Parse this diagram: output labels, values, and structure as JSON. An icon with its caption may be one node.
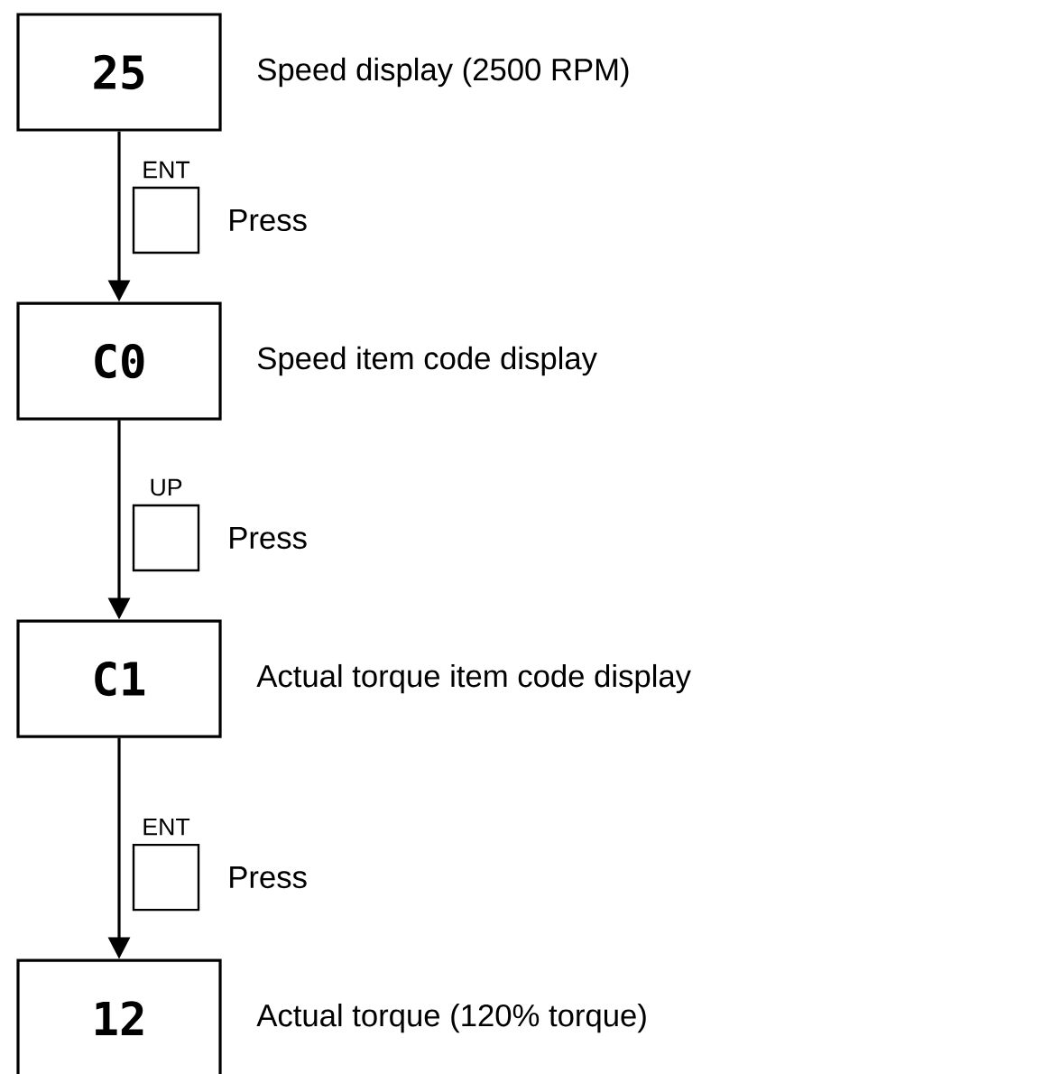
{
  "diagram": {
    "nodes": [
      {
        "text": [
          "25"
        ],
        "beside": [
          "Speed display (2500 RPM)"
        ]
      },
      {
        "text": [
          "ENT"
        ],
        "beside": [
          "Press"
        ]
      },
      {
        "text": [
          "C0"
        ],
        "beside": [
          "Speed item code display"
        ]
      },
      {
        "text": [
          "UP"
        ],
        "beside": [
          "Press"
        ]
      },
      {
        "text": [
          "C1"
        ],
        "beside": [
          "Actual torque item code display"
        ]
      },
      {
        "text": [
          "ENT"
        ],
        "beside": [
          "Press"
        ]
      },
      {
        "text": [
          "12"
        ],
        "beside": [
          "Actual torque (120% torque)"
        ]
      }
    ],
    "edges": [
      {
        "from": 0,
        "to": 2,
        "arrow": "to"
      },
      {
        "from": 2,
        "to": 4,
        "arrow": "to"
      },
      {
        "from": 4,
        "to": 6,
        "arrow": "to"
      }
    ]
  }
}
